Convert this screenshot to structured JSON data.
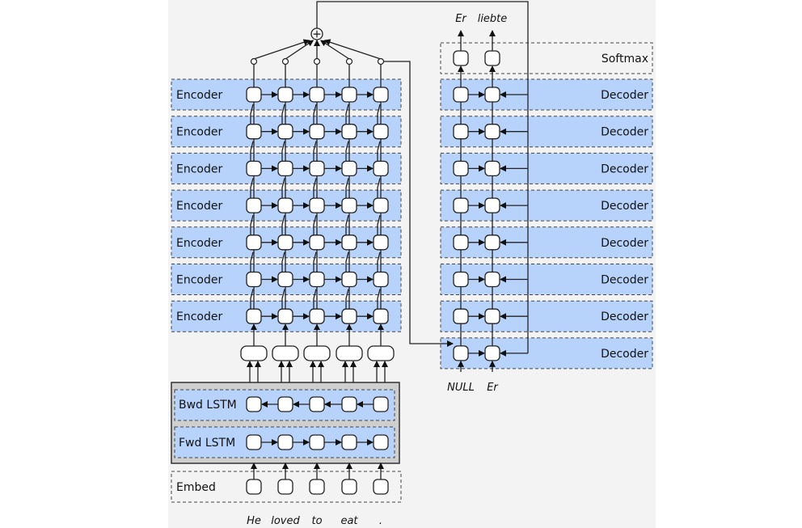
{
  "encoder": {
    "layer_label": "Encoder",
    "layer_count": 7,
    "bwd_label": "Bwd LSTM",
    "fwd_label": "Fwd LSTM",
    "embed_label": "Embed",
    "input_words": [
      "He",
      "loved",
      "to",
      "eat",
      "."
    ]
  },
  "decoder": {
    "layer_label": "Decoder",
    "layer_count": 8,
    "softmax_label": "Softmax",
    "input_words": [
      "NULL",
      "Er"
    ],
    "output_words": [
      "Er",
      "liebte"
    ]
  },
  "attention": {
    "symbol": "+"
  },
  "colors": {
    "layer_fill": "#b7d3fb",
    "panel_bg": "#f3f3f3",
    "lstm_box_fill": "#cfcfcf",
    "stroke": "#222222"
  }
}
